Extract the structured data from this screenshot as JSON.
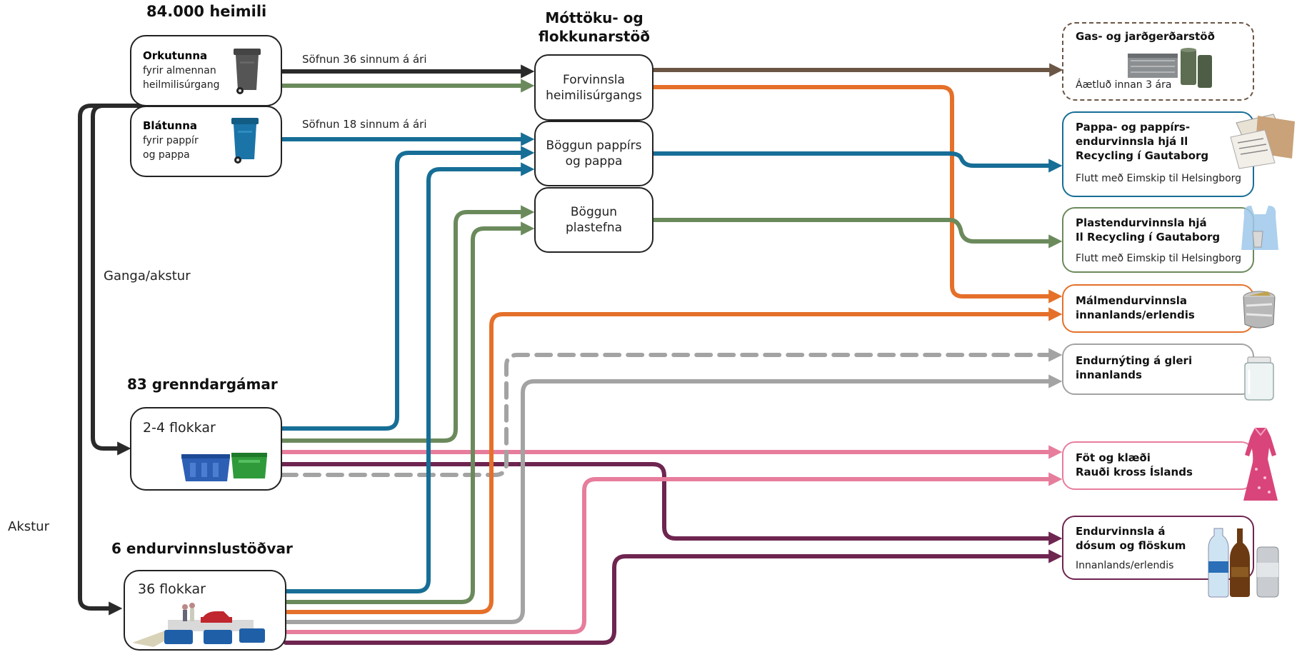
{
  "colors": {
    "dark": "#2a2a2a",
    "green": "#6b8a5c",
    "blue": "#176e96",
    "orange": "#e5702a",
    "grey": "#a3a3a3",
    "pink": "#e77d9c",
    "plum": "#6e2550",
    "brown": "#6b5646"
  },
  "headings": {
    "households": "84.000 heimili",
    "reception": "Móttöku- og flokkunarstöð",
    "bring_banks": "83 grenndargámar",
    "recycling_centres": "6 endurvinnslustöðvar"
  },
  "side_labels": {
    "walk_drive": "Ganga/akstur",
    "drive": "Akstur"
  },
  "bins": {
    "general": {
      "title": "Orkutunna",
      "line1": "fyrir almennan",
      "line2": "heilmilisúrgang",
      "icon": "wheelie-bin-dark"
    },
    "blue": {
      "title": "Blátunna",
      "line1": "fyrir pappír",
      "line2": "og pappa",
      "icon": "wheelie-bin-blue"
    }
  },
  "frequency": {
    "general": "Söfnun 36 sinnum á ári",
    "blue": "Söfnun 18 sinnum á ári"
  },
  "collection": {
    "bring_bank_box": "2-4 flokkar",
    "recycling_centre_box": "36 flokkar"
  },
  "processing": {
    "pretreat": [
      "Forvinnsla",
      "heimilisúrgangs"
    ],
    "paper_bale": [
      "Böggun pappírs",
      "og pappa"
    ],
    "plastic_bale": [
      "Böggun",
      "plastefna"
    ]
  },
  "destinations": {
    "biogas": {
      "title": "Gas- og jarðgerðarstöð",
      "sub": "Áætluð innan 3 ára",
      "icon": "biogas-plant-icon"
    },
    "paper": {
      "title": [
        "Pappa- og pappírs-",
        "endurvinnsla hjá Il",
        "Recycling í Gautaborg"
      ],
      "sub": "Flutt með Eimskip til Helsingborg",
      "icon": "paper-pile-icon"
    },
    "plastic": {
      "title": [
        "Plastendurvinnsla hjá",
        "Il Recycling í Gautaborg"
      ],
      "sub": "Flutt með Eimskip til Helsingborg",
      "icon": "plastic-bag-icon"
    },
    "metal": {
      "title": [
        "Málmendurvinnsla",
        "innanlands/erlendis"
      ],
      "icon": "tin-can-icon"
    },
    "glass": {
      "title": [
        "Endurnýting á gleri",
        "innanlands"
      ],
      "icon": "glass-jar-icon"
    },
    "textile": {
      "title": [
        "Föt og klæði",
        "Rauði kross Íslands"
      ],
      "icon": "dress-icon"
    },
    "cans": {
      "title": [
        "Endurvinnsla á",
        "dósum og flöskum"
      ],
      "sub": "Innanlands/erlendis",
      "icon": "bottles-cans-icon"
    }
  }
}
